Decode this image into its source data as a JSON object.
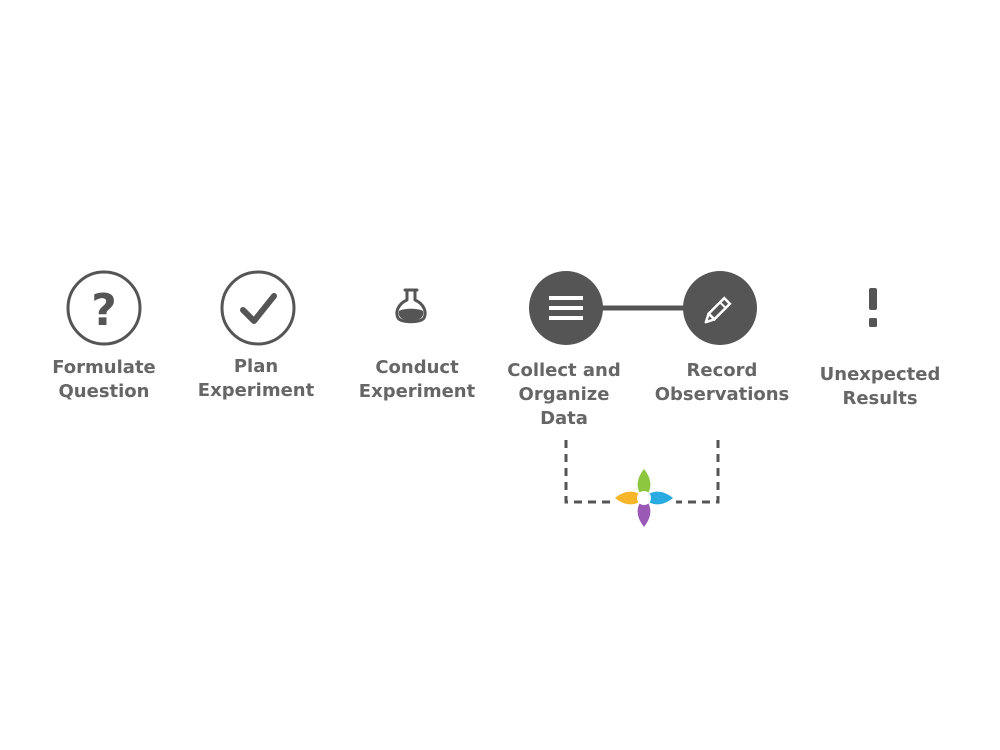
{
  "colors": {
    "icon_stroke": "#555555",
    "filled_circle": "#555555",
    "label_text": "#666666",
    "connector": "#555555",
    "petal_green": "#8DC63F",
    "petal_blue": "#29ABE2",
    "petal_purple": "#9B59B6",
    "petal_orange": "#F7B529"
  },
  "steps": [
    {
      "icon": "question-mark-circle-icon",
      "label_lines": [
        "Formulate",
        "Question"
      ]
    },
    {
      "icon": "checkmark-circle-icon",
      "label_lines": [
        "Plan",
        "Experiment"
      ]
    },
    {
      "icon": "flask-icon",
      "label_lines": [
        "Conduct",
        "Experiment"
      ]
    },
    {
      "icon": "list-filled-circle-icon",
      "label_lines": [
        "Collect and",
        "Organize",
        "Data"
      ]
    },
    {
      "icon": "pencil-filled-circle-icon",
      "label_lines": [
        "Record",
        "Observations"
      ]
    },
    {
      "icon": "exclamation-icon",
      "label_lines": [
        "Unexpected",
        "Results"
      ]
    }
  ],
  "connections": {
    "solid_link": "Collect and Organize Data — Record Observations",
    "dashed_bracket_target": "four-petal-logo-icon"
  }
}
